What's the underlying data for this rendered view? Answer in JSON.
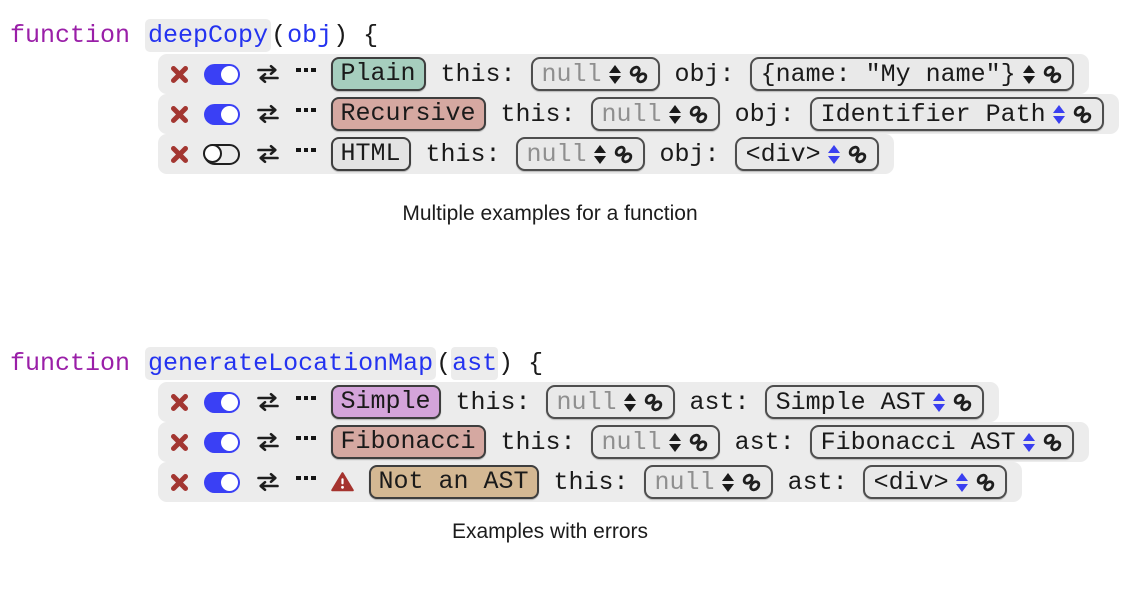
{
  "icons": {
    "delete": "✖",
    "toggle": "on/off switch",
    "swap": "⇄",
    "more": "•••",
    "warning": "⚠",
    "link": "🔗",
    "stepper": "▲▼"
  },
  "colors": {
    "keyword": "#9a1fa8",
    "identifier_blue": "#2433f0",
    "toggle_on_blue": "#3a40f5",
    "delete_red": "#a33631",
    "warning_red": "#a5332e",
    "row_background": "#ececec",
    "muted_value": "#8f8f8f",
    "stepper_black": "#1a1a1a",
    "stepper_blue": "#3a3ff0"
  },
  "sections": [
    {
      "code": {
        "keyword": "function",
        "name": "deepCopy",
        "open": "(",
        "param": "obj",
        "close": ") {",
        "param_bg": "transparent"
      },
      "caption": "Multiple examples for a function",
      "rows": [
        {
          "tag": "Plain",
          "tag_bg": "#a6cebe",
          "toggle_on": true,
          "this_label": "this:",
          "this_value": "null",
          "this_color": "#8f8f8f",
          "this_stepper": "#1a1a1a",
          "param_label": "obj:",
          "param_value": "{name: \"My name\"}",
          "param_color": "#1a1a1a",
          "param_stepper": "#1a1a1a"
        },
        {
          "tag": "Recursive",
          "tag_bg": "#d5a8a1",
          "toggle_on": true,
          "this_label": "this:",
          "this_value": "null",
          "this_color": "#8f8f8f",
          "this_stepper": "#1a1a1a",
          "param_label": "obj:",
          "param_value": "Identifier Path",
          "param_color": "#1a1a1a",
          "param_stepper": "#3a3ff0"
        },
        {
          "tag": "HTML",
          "tag_bg": "#e3e3e3",
          "toggle_on": false,
          "this_label": "this:",
          "this_value": "null",
          "this_color": "#8f8f8f",
          "this_stepper": "#1a1a1a",
          "param_label": "obj:",
          "param_value": "<div>",
          "param_color": "#1a1a1a",
          "param_stepper": "#3a3ff0"
        }
      ]
    },
    {
      "code": {
        "keyword": "function",
        "name": "generateLocationMap",
        "open": "(",
        "param": "ast",
        "close": ") {",
        "param_bg": "#ececec"
      },
      "caption": "Examples with errors",
      "rows": [
        {
          "tag": "Simple",
          "tag_bg": "#d4a4da",
          "toggle_on": true,
          "this_label": "this:",
          "this_value": "null",
          "this_color": "#8f8f8f",
          "this_stepper": "#1a1a1a",
          "param_label": "ast:",
          "param_value": "Simple AST",
          "param_color": "#1a1a1a",
          "param_stepper": "#3a3ff0"
        },
        {
          "tag": "Fibonacci",
          "tag_bg": "#d5a8a1",
          "toggle_on": true,
          "this_label": "this:",
          "this_value": "null",
          "this_color": "#8f8f8f",
          "this_stepper": "#1a1a1a",
          "param_label": "ast:",
          "param_value": "Fibonacci AST",
          "param_color": "#1a1a1a",
          "param_stepper": "#3a3ff0"
        },
        {
          "tag": "Not an AST",
          "tag_bg": "#d4b893",
          "toggle_on": true,
          "warning": true,
          "this_label": "this:",
          "this_value": "null",
          "this_color": "#8f8f8f",
          "this_stepper": "#1a1a1a",
          "param_label": "ast:",
          "param_value": "<div>",
          "param_color": "#1a1a1a",
          "param_stepper": "#3a3ff0"
        }
      ]
    }
  ]
}
